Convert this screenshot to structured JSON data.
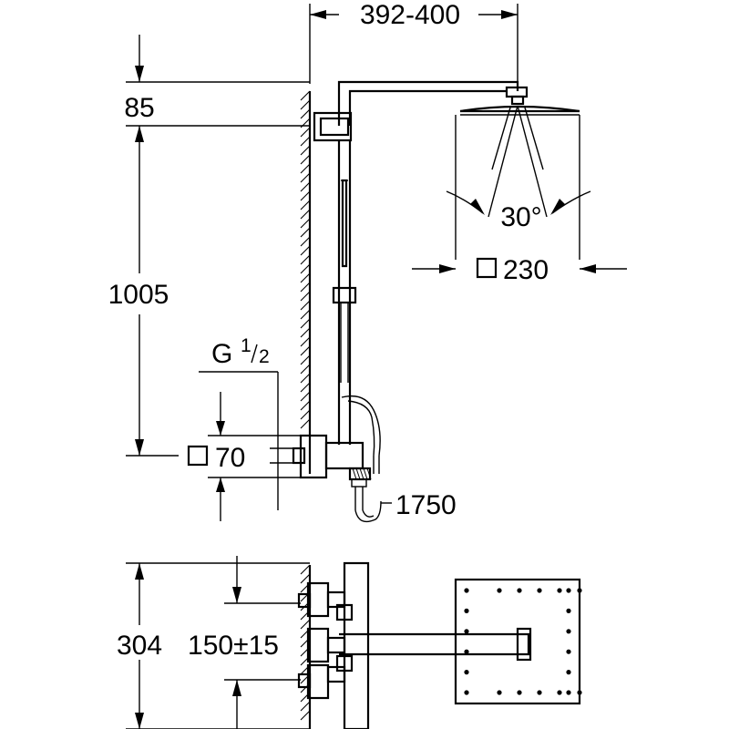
{
  "dimensions": {
    "arm_length": "392-400",
    "top_offset": "85",
    "height": "1005",
    "head_size": "230",
    "spray_angle": "30°",
    "thread_main": "G ",
    "thread_num": "1",
    "thread_den": "2",
    "mixer_size": "70",
    "hose_length": "1750",
    "plan_depth": "304",
    "plan_spacing": "150±15"
  },
  "colors": {
    "stroke": "#000000",
    "background": "#ffffff"
  }
}
